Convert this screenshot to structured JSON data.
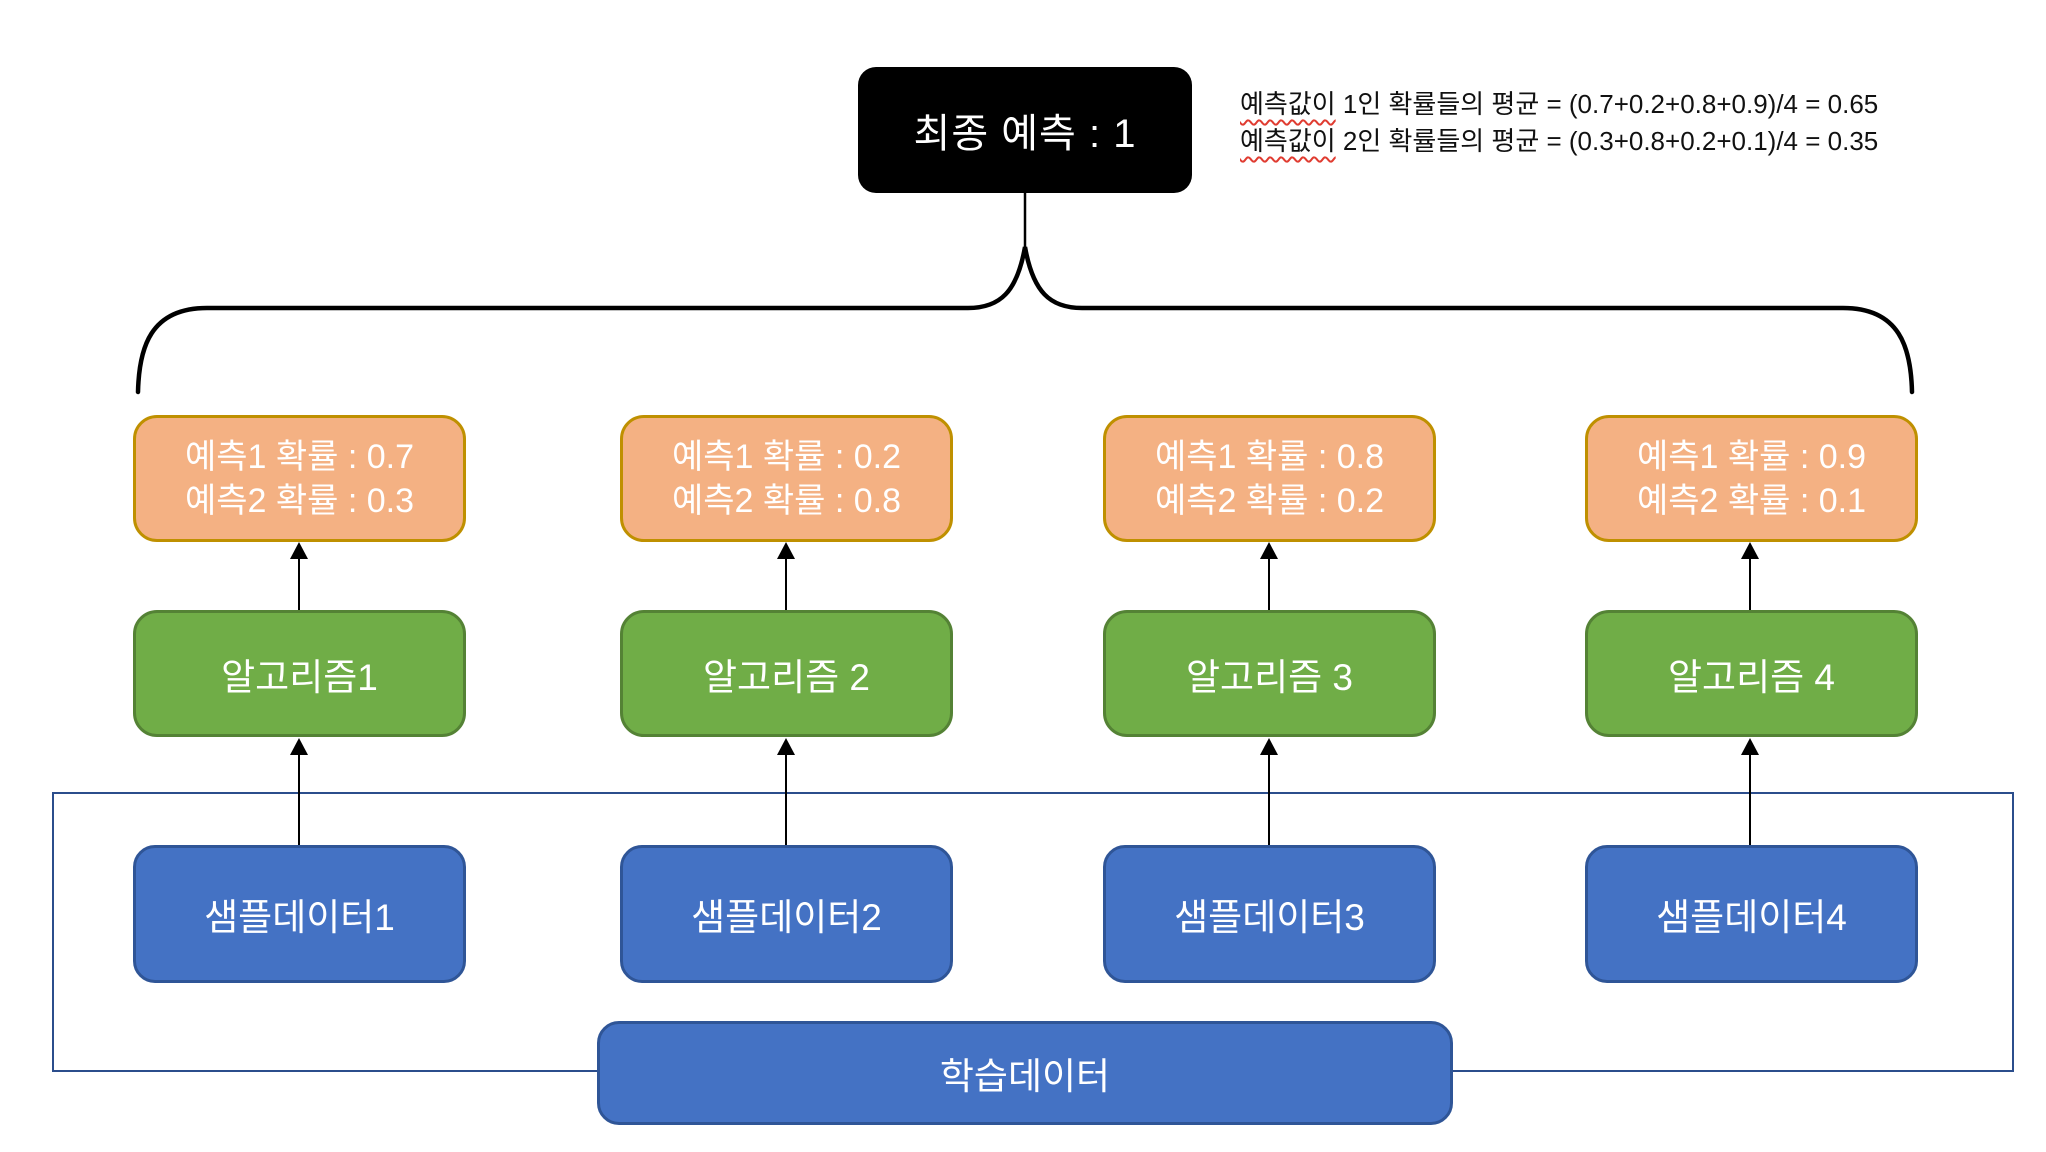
{
  "diagram_title_box": {
    "label": "최종 예측 : 1"
  },
  "annotation": {
    "line1_word": "예측값이",
    "line1_rest": " 1인 확률들의 평균 = (0.7+0.2+0.8+0.9)/4 = 0.65",
    "line2_word": "예측값이",
    "line2_rest": " 2인 확률들의 평균 = (0.3+0.8+0.2+0.1)/4 = 0.35"
  },
  "columns": [
    {
      "prediction_line1": "예측1 확률 : 0.7",
      "prediction_line2": "예측2 확률 : 0.3",
      "algorithm": "알고리즘1",
      "sample": "샘플데이터1"
    },
    {
      "prediction_line1": "예측1 확률 : 0.2",
      "prediction_line2": "예측2 확률 : 0.8",
      "algorithm": "알고리즘 2",
      "sample": "샘플데이터2"
    },
    {
      "prediction_line1": "예측1 확률 : 0.8",
      "prediction_line2": "예측2 확률 : 0.2",
      "algorithm": "알고리즘 3",
      "sample": "샘플데이터3"
    },
    {
      "prediction_line1": "예측1 확률 : 0.9",
      "prediction_line2": "예측2 확률 : 0.1",
      "algorithm": "알고리즘 4",
      "sample": "샘플데이터4"
    }
  ],
  "training_data": {
    "label": "학습데이터"
  },
  "colors": {
    "final_box_bg": "#000000",
    "prediction_fill": "#F4B183",
    "prediction_border": "#BF9000",
    "algorithm_fill": "#70AD47",
    "algorithm_border": "#548235",
    "data_fill": "#4472C4",
    "data_border": "#2F5597",
    "outer_rect_border": "#2B4D8C",
    "spellcheck_underline": "#E03C31",
    "connector": "#000000"
  }
}
